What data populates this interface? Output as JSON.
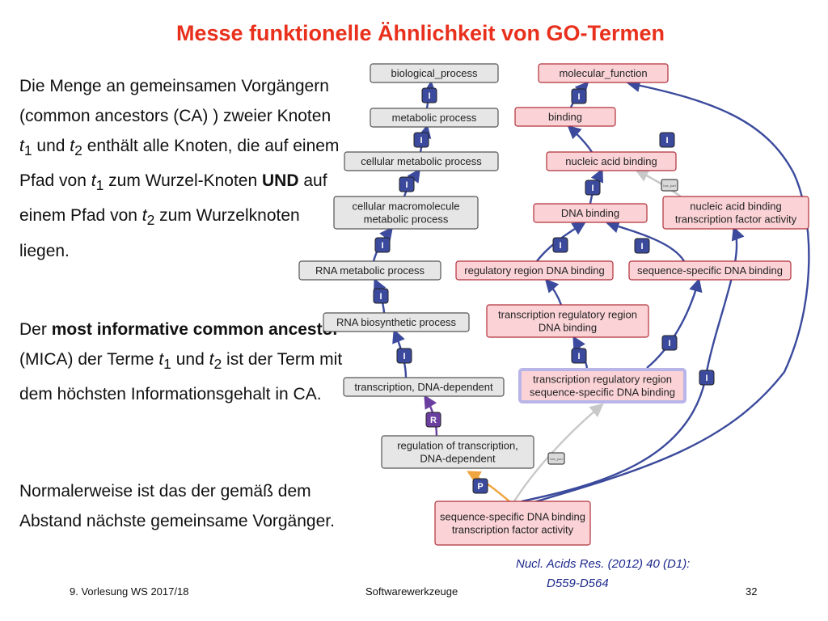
{
  "slide": {
    "title": "Messe funktionelle Ähnlichkeit von GO-Termen",
    "p1": {
      "a": "Die Menge an gemeinsamen Vorgängern (common ancestors (CA) ) zweier Knoten ",
      "t": "t",
      "s1": "1",
      "und": " und ",
      "s2": "2",
      "b": " enthält alle Knoten, die auf einem Pfad von ",
      "c": " zum Wurzel-Knoten ",
      "und_bold": "UND",
      "d": " auf einem Pfad von ",
      "e": " zum Wurzelknoten liegen."
    },
    "p2": {
      "a": "Der ",
      "bold": "most informative common ancestor",
      "b": " (MICA) der Terme ",
      "t": "t",
      "s1": "1",
      "und": " und ",
      "s2": "2",
      "c": " ist der Term mit dem höchsten Informationsgehalt in CA."
    },
    "p3": "Normalerweise ist das der gemäß dem Abstand nächste gemeinsame Vorgänger.",
    "reference": {
      "line1": "Nucl. Acids Res. (2012) 40 (D1):",
      "line2": "D559-D564"
    },
    "footer": {
      "left": "9. Vorlesung WS 2017/18",
      "center": "Softwarewerkzeuge",
      "right": "32"
    }
  },
  "diagram": {
    "nodes": [
      {
        "id": "bp",
        "lines": [
          "biological_process"
        ]
      },
      {
        "id": "mp",
        "lines": [
          "metabolic process"
        ]
      },
      {
        "id": "cmp",
        "lines": [
          "cellular metabolic process"
        ]
      },
      {
        "id": "cmmp",
        "lines": [
          "cellular macromolecule",
          "metabolic process"
        ]
      },
      {
        "id": "rmp",
        "lines": [
          "RNA metabolic process"
        ]
      },
      {
        "id": "rbp",
        "lines": [
          "RNA biosynthetic process"
        ]
      },
      {
        "id": "tdd",
        "lines": [
          "transcription, DNA-dependent"
        ]
      },
      {
        "id": "rot",
        "lines": [
          "regulation of transcription,",
          "DNA-dependent"
        ]
      },
      {
        "id": "mf",
        "lines": [
          "molecular_function"
        ]
      },
      {
        "id": "bind",
        "lines": [
          "binding"
        ]
      },
      {
        "id": "nab",
        "lines": [
          "nucleic acid binding"
        ]
      },
      {
        "id": "dnab",
        "lines": [
          "DNA binding"
        ]
      },
      {
        "id": "nabtf",
        "lines": [
          "nucleic acid binding",
          "transcription factor activity"
        ]
      },
      {
        "id": "rrdb",
        "lines": [
          "regulatory region DNA binding"
        ]
      },
      {
        "id": "ssdb",
        "lines": [
          "sequence-specific DNA binding"
        ]
      },
      {
        "id": "trrdb",
        "lines": [
          "transcription regulatory region",
          "DNA binding"
        ]
      },
      {
        "id": "trrss",
        "lines": [
          "transcription regulatory region",
          "sequence-specific DNA binding"
        ]
      },
      {
        "id": "ssdbtf",
        "lines": [
          "sequence-specific DNA binding",
          "transcription factor activity"
        ]
      }
    ],
    "badges": {
      "is_a": "I",
      "regulates": "R",
      "part_of": "P",
      "has_part": "has_part"
    },
    "colors": {
      "is_a": "#3b4a9c",
      "regulates": "#6a3fa0",
      "part_of": "#f0a640",
      "has_part": "#c8c8c8",
      "process_fill": "#e6e6e6",
      "function_fill": "#fbd3d7",
      "highlight_border": "#b9b5e8"
    }
  }
}
